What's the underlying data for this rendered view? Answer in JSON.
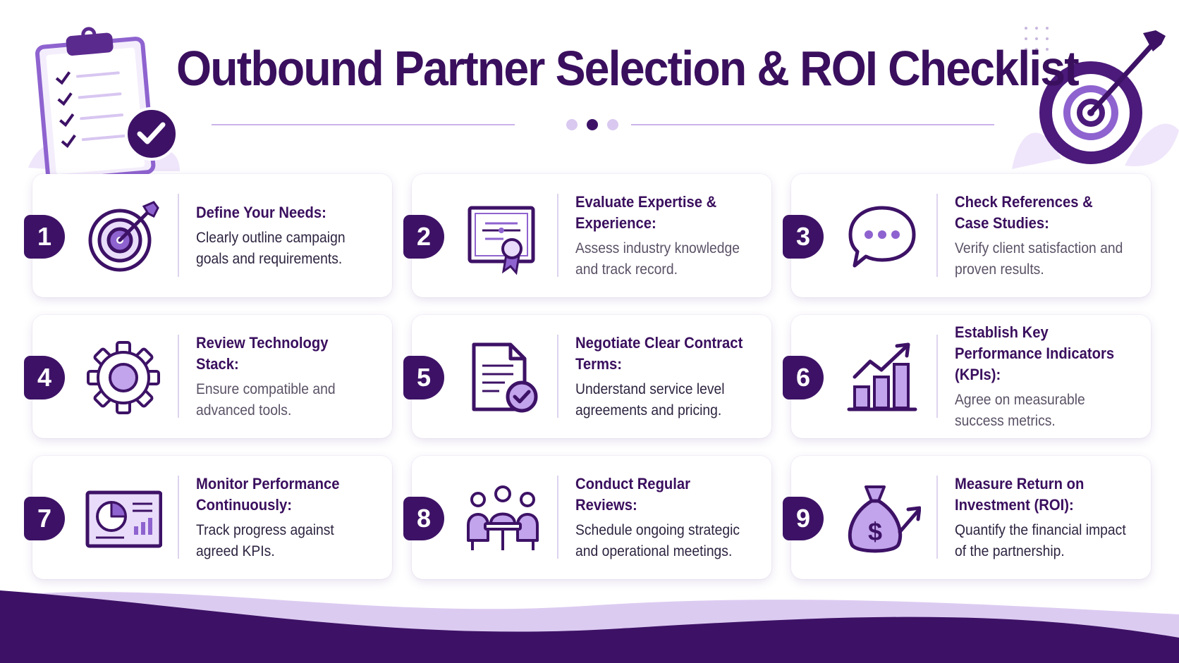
{
  "title": "Outbound Partner Selection & ROI Checklist",
  "colors": {
    "primary": "#3d1266",
    "accent": "#8e63cf",
    "light": "#e9dcfa",
    "title": "#3a0f5e"
  },
  "decorations": {
    "left": "clipboard-checklist-icon",
    "right": "target-arrow-icon"
  },
  "items": [
    {
      "number": "1",
      "title": "Define Your Needs:",
      "description": "Clearly outline campaign goals and requirements.",
      "icon": "target-icon"
    },
    {
      "number": "2",
      "title": "Evaluate Expertise & Experience:",
      "description": "Assess industry knowledge and track record.",
      "icon": "certificate-icon"
    },
    {
      "number": "3",
      "title": "Check References & Case Studies:",
      "description": "Verify client satisfaction and proven results.",
      "icon": "speech-bubble-icon"
    },
    {
      "number": "4",
      "title": "Review Technology Stack:",
      "description": "Ensure compatible and advanced tools.",
      "icon": "gear-icon"
    },
    {
      "number": "5",
      "title": "Negotiate Clear Contract Terms:",
      "description": "Understand service level agreements and pricing.",
      "icon": "contract-check-icon"
    },
    {
      "number": "6",
      "title": "Establish Key Performance Indicators (KPIs):",
      "description": "Agree on measurable success metrics.",
      "icon": "growth-chart-icon"
    },
    {
      "number": "7",
      "title": "Monitor Performance Continuously:",
      "description": "Track progress against agreed KPIs.",
      "icon": "dashboard-icon"
    },
    {
      "number": "8",
      "title": "Conduct Regular Reviews:",
      "description": "Schedule ongoing strategic and operational meetings.",
      "icon": "meeting-icon"
    },
    {
      "number": "9",
      "title": "Measure Return on Investment (ROI):",
      "description": "Quantify the financial impact of the partnership.",
      "icon": "money-bag-icon"
    }
  ]
}
